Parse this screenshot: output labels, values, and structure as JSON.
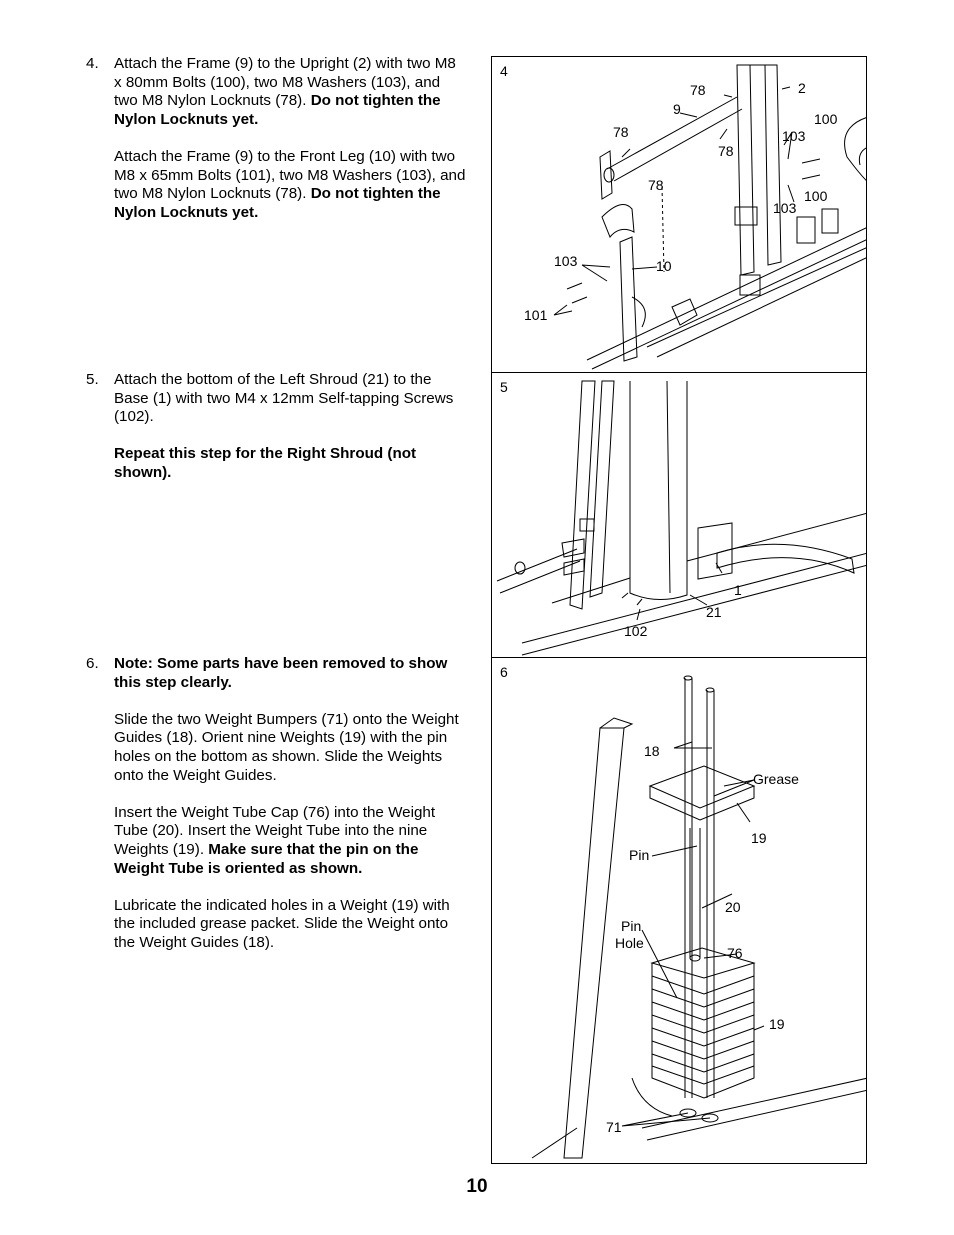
{
  "steps": [
    {
      "number": "4.",
      "paragraphs": [
        {
          "text": "Attach the Frame (9) to the Upright (2) with two M8 x 80mm Bolts (100), two M8 Washers (103), and two M8 Nylon Locknuts (78). ",
          "bold": "Do not tighten the Nylon Locknuts yet."
        },
        {
          "text": "Attach the Frame (9) to the Front Leg (10) with two M8 x 65mm Bolts (101), two M8 Washers (103), and two M8 Nylon Locknuts (78). ",
          "bold": "Do not tighten the Nylon Locknuts yet."
        }
      ]
    },
    {
      "number": "5.",
      "paragraphs": [
        {
          "text": "Attach the bottom of the Left Shroud (21) to the Base (1) with two M4 x 12mm Self-tapping Screws (102).",
          "bold": ""
        },
        {
          "text": "",
          "bold": "Repeat this step for the Right Shroud (not shown)."
        }
      ]
    },
    {
      "number": "6.",
      "paragraphs": [
        {
          "text": "",
          "bold": "Note: Some parts have been removed to show this step clearly."
        },
        {
          "text": "Slide the two Weight Bumpers (71) onto the Weight Guides (18). Orient nine Weights (19) with the pin holes on the bottom as shown. Slide the Weights onto the Weight Guides.",
          "bold": ""
        },
        {
          "text": "Insert the Weight Tube Cap (76) into the Weight Tube (20). Insert the Weight Tube into the nine Weights (19). ",
          "bold": "Make sure that the pin on the Weight Tube is oriented as shown."
        },
        {
          "text": "Lubricate the indicated holes in a Weight (19) with the included grease packet. Slide the Weight onto the Weight Guides (18).",
          "bold": ""
        }
      ]
    }
  ],
  "figures": {
    "fig4": {
      "number": "4",
      "labels": {
        "l78a": "78",
        "l2": "2",
        "l9": "9",
        "l100a": "100",
        "l78b": "78",
        "l103a": "103",
        "l78c": "78",
        "l78d": "78",
        "l100b": "100",
        "l103b": "103",
        "l103c": "103",
        "l10": "10",
        "l101": "101"
      }
    },
    "fig5": {
      "number": "5",
      "labels": {
        "l1": "1",
        "l21": "21",
        "l102": "102"
      }
    },
    "fig6": {
      "number": "6",
      "labels": {
        "l18": "18",
        "lgrease": "Grease",
        "l19a": "19",
        "lpin": "Pin",
        "l20": "20",
        "lpin2": "Pin",
        "lhole": "Hole",
        "l76": "76",
        "l19b": "19",
        "l71": "71"
      }
    }
  },
  "page_number": "10"
}
